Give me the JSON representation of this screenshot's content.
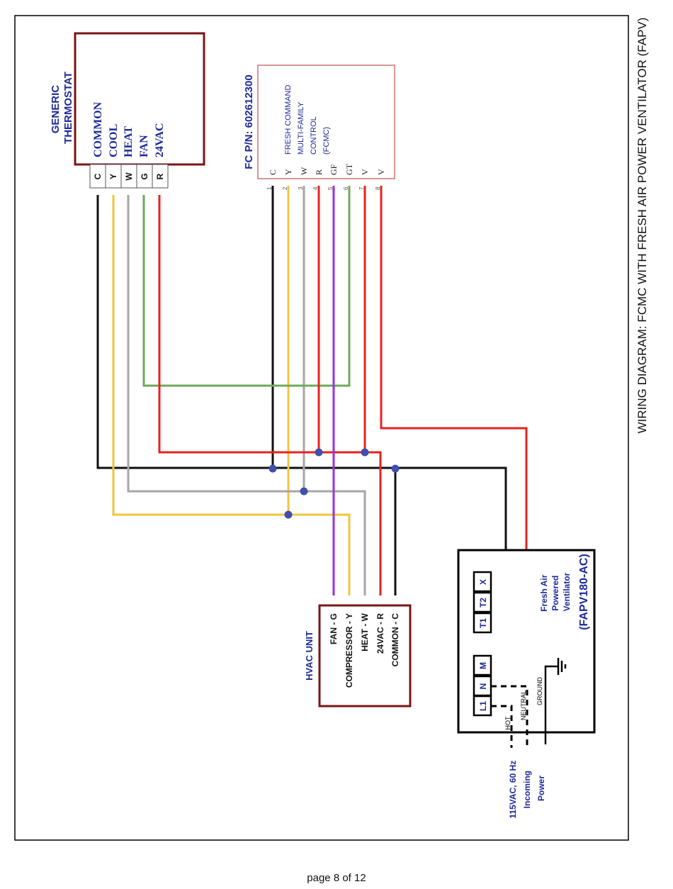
{
  "page_title": "WIRING DIAGRAM: FCMC WITH FRESH AIR POWER VENTILATOR (FAPV)",
  "thermostat": {
    "heading": [
      "GENERIC",
      "THERMOSTAT"
    ],
    "functions": [
      "COMMON",
      "COOL",
      "HEAT",
      "FAN",
      "24VAC"
    ],
    "terminals": [
      "C",
      "Y",
      "W",
      "G",
      "R"
    ]
  },
  "fcmc": {
    "part_number": "FC P/N: 602612300",
    "description": [
      "FRESH COMMAND",
      "MULTI-FAMILY",
      "CONTROL",
      "(FCMC)"
    ],
    "terminal_letters": [
      "C",
      "Y",
      "W",
      "R",
      "GF",
      "GT",
      "V",
      "V"
    ],
    "terminal_numbers": [
      "1",
      "2",
      "3",
      "4",
      "5",
      "6",
      "7",
      "8"
    ]
  },
  "hvac": {
    "heading": "HVAC UNIT",
    "terminals": [
      "FAN - G",
      "COMPRESSOR - Y",
      "HEAT - W",
      "24VAC - R",
      "COMMON - C"
    ]
  },
  "fapv": {
    "model": "(FAPV180-AC)",
    "description": [
      "Fresh Air",
      "Powered",
      "Ventilator"
    ],
    "control_terminals": [
      "T1",
      "T2",
      "X"
    ],
    "power_terminals": [
      "M",
      "N",
      "L1"
    ]
  },
  "power": {
    "supply": [
      "115VAC, 60 Hz",
      "Incoming",
      "Power"
    ],
    "labels": [
      "HOT",
      "NEUTRAL",
      "GROUND"
    ]
  },
  "wire_colors": {
    "common": "#111111",
    "cool": "#f2c43d",
    "heat": "#a6a6a6",
    "fan_gt": "#6fa85b",
    "r_24vac": "#e8211f",
    "fan_gf": "#9b30e0",
    "junction": "#3f4fae",
    "box_border": "#7a1414",
    "label_blue": "#1c2a98"
  },
  "footer": "page 8 of 12"
}
